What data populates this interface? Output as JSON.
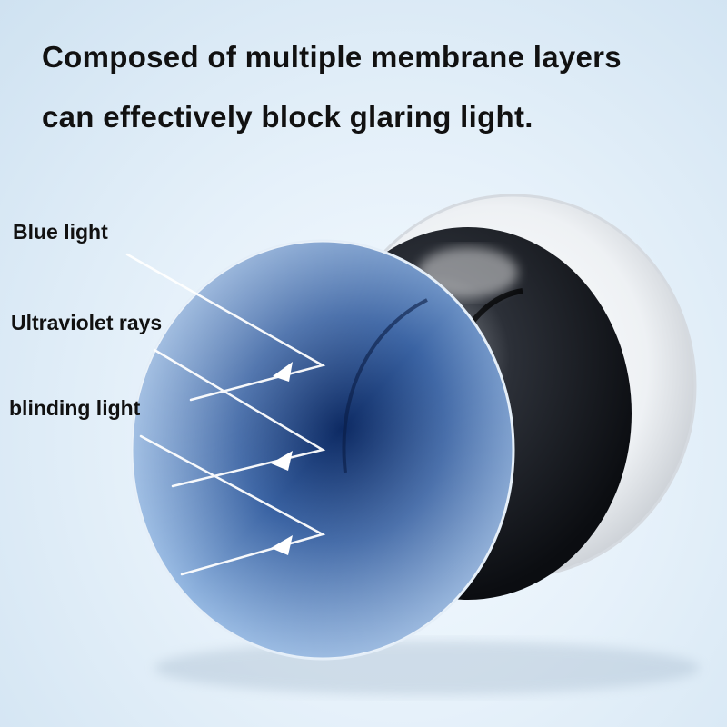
{
  "headline": {
    "line1": "Composed of multiple membrane layers",
    "line2": "can effectively block glaring light."
  },
  "rays": [
    {
      "label": "Blue light"
    },
    {
      "label": "Ultraviolet rays"
    },
    {
      "label": "blinding light"
    }
  ],
  "colors": {
    "background": "#e6f1fa",
    "blue_lens": "#5f86bd",
    "dark_lens": "#111419",
    "white_lens": "#eef1f4",
    "ray": "#ffffff"
  }
}
